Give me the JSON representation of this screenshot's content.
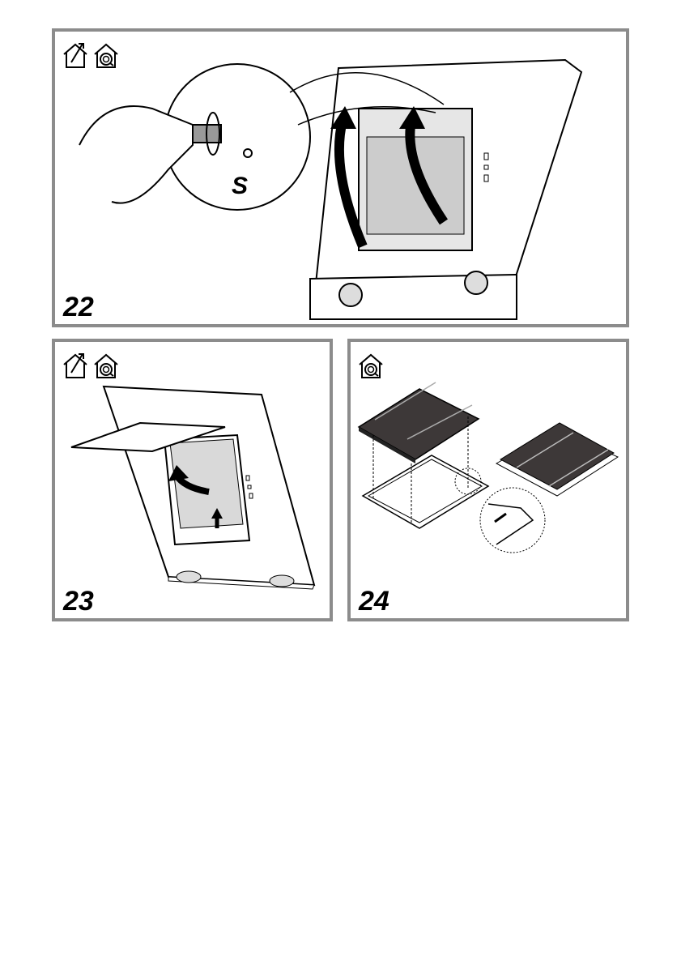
{
  "figures": [
    {
      "number": "22",
      "mode_icons": [
        "extraction-mode-icon",
        "recirculation-mode-icon"
      ],
      "callout_label": "S"
    },
    {
      "number": "23",
      "mode_icons": [
        "extraction-mode-icon",
        "recirculation-mode-icon"
      ]
    },
    {
      "number": "24",
      "mode_icons": [
        "recirculation-mode-icon"
      ]
    }
  ],
  "colors": {
    "frame": "#8c8c8c",
    "filter_dark": "#3d3838",
    "panel_grey": "#d9d9d9"
  }
}
